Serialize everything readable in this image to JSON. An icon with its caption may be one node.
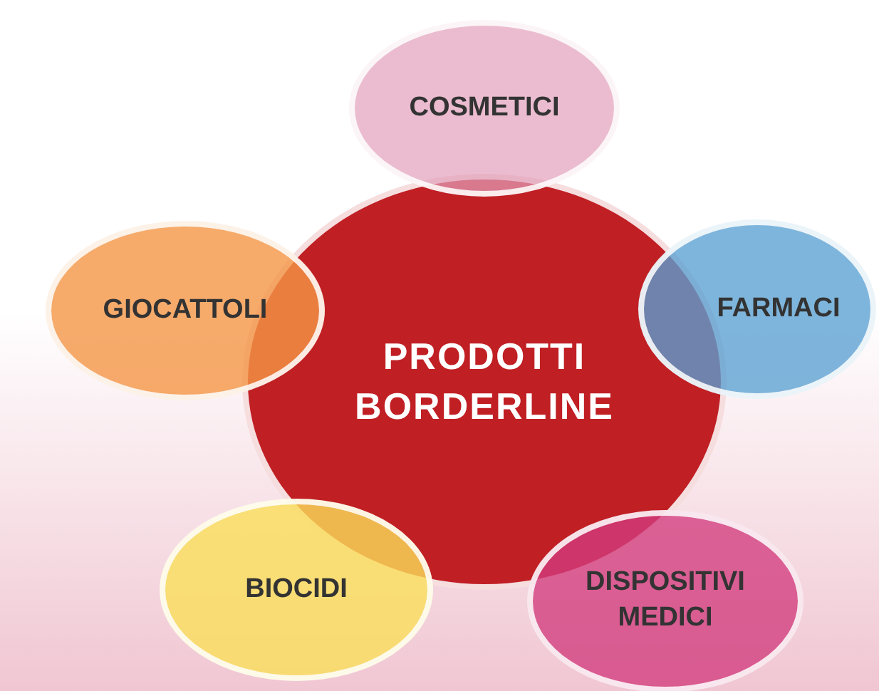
{
  "diagram": {
    "nodes": [
      {
        "text": [
          "PRODOTTI BORDERLINE"
        ]
      },
      {
        "text": [
          "COSMETICI"
        ]
      },
      {
        "text": [
          "FARMACI"
        ]
      },
      {
        "text": [
          "DISPOSITIVI MEDICI"
        ]
      },
      {
        "text": [
          "BIOCIDI"
        ]
      },
      {
        "text": [
          "GIOCATTOLI"
        ]
      }
    ]
  }
}
